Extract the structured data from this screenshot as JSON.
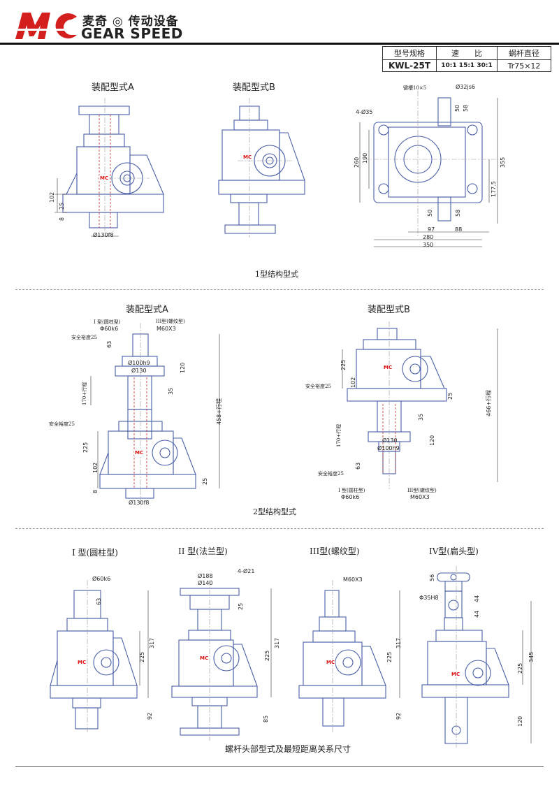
{
  "header": {
    "brand_cn": "麦奇 ◎ 传动设备",
    "brand_en": "GEAR SPEED",
    "logo_text": "MC"
  },
  "spec_table": {
    "headers": [
      "型号规格",
      "速　　比",
      "蜗杆直径"
    ],
    "model": "KWL-25T",
    "ratios": "10:1  15:1  30:1",
    "worm_diameter": "Tr75×12"
  },
  "section1": {
    "title_a": "装配型式A",
    "title_b": "装配型式B",
    "caption": "1型结构型式",
    "dims_a": {
      "d102": "102",
      "d25": "25",
      "d8": "8",
      "flange": "Ø130f8"
    },
    "dims_top": {
      "keyway": "键槽10×5",
      "shaft": "Ø32js6",
      "holes": "4-Ø35",
      "d50a": "50",
      "d58a": "58",
      "d260": "260",
      "d190": "190",
      "d355": "355",
      "d177": "177.5",
      "d50b": "50",
      "d58b": "58",
      "d97": "97",
      "d88": "88",
      "d280": "280",
      "d350": "350"
    }
  },
  "section2": {
    "title_a": "装配型式A",
    "title_b": "装配型式B",
    "caption": "2型结构型式",
    "a": {
      "type1": "I 型(圆柱型)",
      "type1_dim": "Φ60k6",
      "type3": "III型(螺纹型)",
      "type3_dim": "M60X3",
      "safety": "安全裕度25",
      "d63": "63",
      "d100": "Ø100h9",
      "d130": "Ø130",
      "d120": "120",
      "stroke": "170+行程",
      "d35": "35",
      "d458": "458+行程",
      "safety2": "安全裕度25",
      "d225": "225",
      "d102": "102",
      "d25": "25",
      "d8": "8",
      "flange": "Ø130f8"
    },
    "b": {
      "d225": "225",
      "safety": "安全裕度25",
      "d102": "102",
      "d25": "25",
      "d466": "466+行程",
      "stroke": "170+行程",
      "d35": "35",
      "d130": "Ø130",
      "d100": "Ø100h9",
      "d120": "120",
      "safety2": "安全裕度25",
      "d63": "63",
      "type1": "I 型(圆柱型)",
      "type1_dim": "Φ60k6",
      "type3": "III型(螺纹型)",
      "type3_dim": "M60X3"
    }
  },
  "section3": {
    "caption": "螺杆头部型式及最短距离关系尺寸",
    "t1": {
      "title": "I 型(圆柱型)",
      "shaft": "Ø60k6",
      "d63": "63",
      "d317": "317",
      "d225": "225",
      "d92": "92"
    },
    "t2": {
      "title": "II 型(法兰型)",
      "d188": "Ø188",
      "d140": "Ø140",
      "holes": "4-Ø21",
      "d25": "25",
      "d317": "317",
      "d225": "225",
      "d85": "85"
    },
    "t3": {
      "title": "III型(螺纹型)",
      "thread": "M60X3",
      "d317": "317",
      "d225": "225",
      "d92": "92"
    },
    "t4": {
      "title": "IV型(扁头型)",
      "d56": "56",
      "hole": "Φ35H8",
      "d44a": "44",
      "d44b": "44",
      "d345": "345",
      "d225": "225",
      "d120": "120"
    }
  },
  "mc_badge": "MC",
  "colors": {
    "body_line": "#4a5fa8",
    "hidden_line": "#c03030",
    "dim_line": "#333333",
    "badge": "#dd1111"
  }
}
